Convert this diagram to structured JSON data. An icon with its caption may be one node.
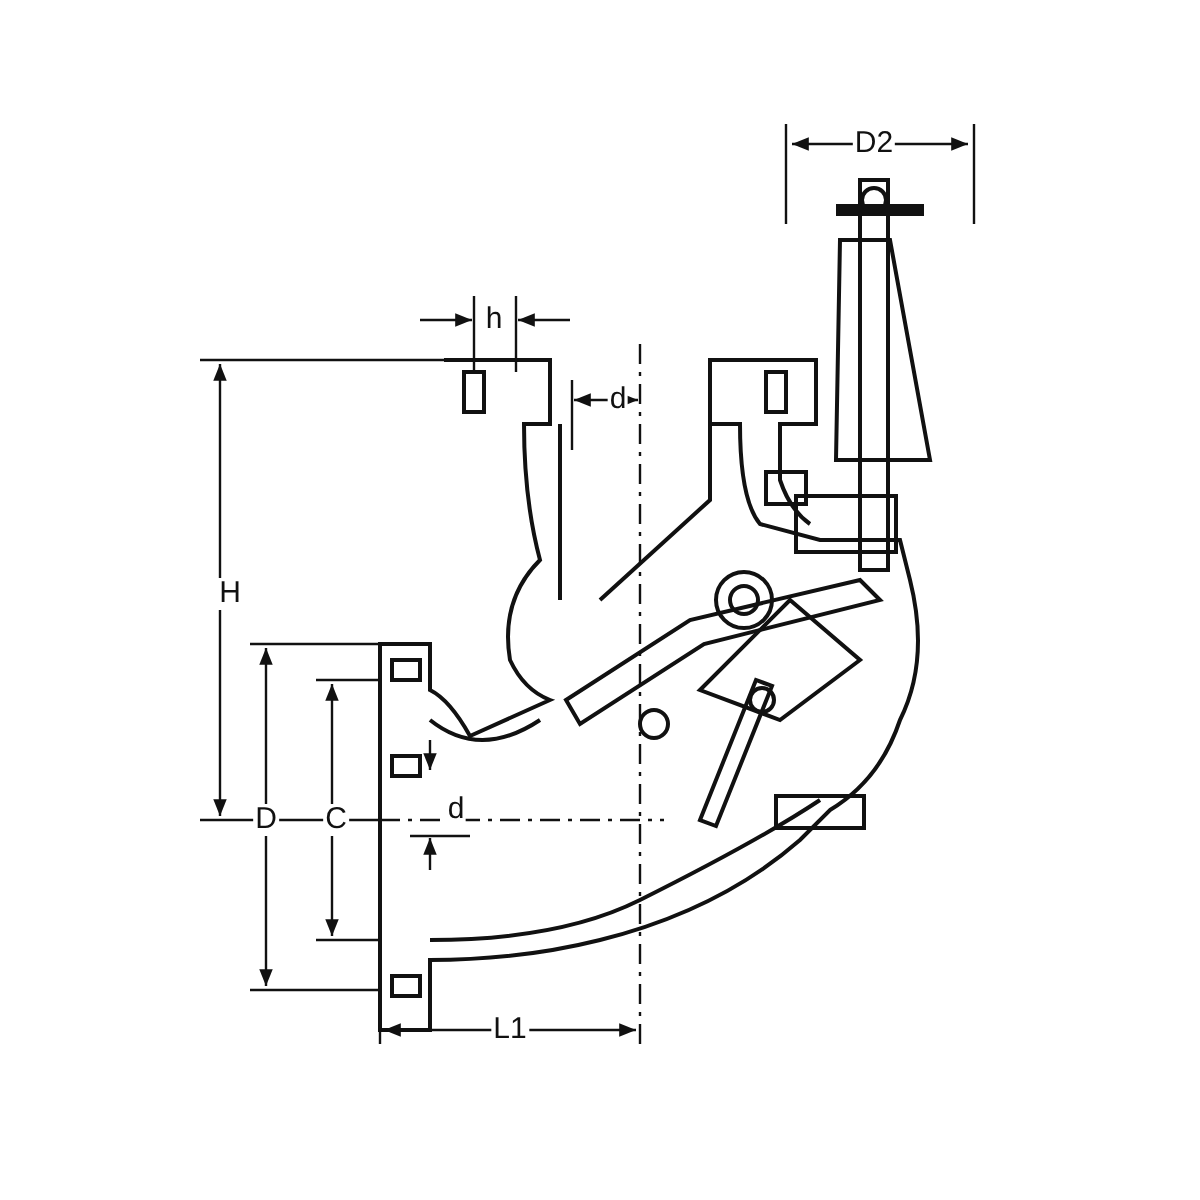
{
  "diagram": {
    "labels": [
      "D2",
      "h",
      "d",
      "H",
      "D",
      "C",
      "d",
      "L1"
    ]
  }
}
